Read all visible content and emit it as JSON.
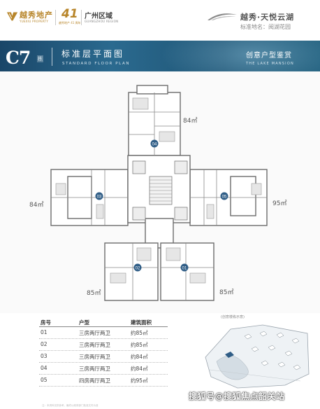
{
  "header": {
    "developer_cn": "越秀地产",
    "developer_en": "YUEXIU PROPERTY",
    "anniversary_number": "41",
    "anniversary_sub": "越秀地产 41 周年",
    "region_cn": "广州区域",
    "region_en": "GUANGZHOU REGION",
    "project_brand": "越秀·天悦云湖",
    "project_cert_name": "标准地名：阅湖花园",
    "brand_color": "#b8862b"
  },
  "banner": {
    "building_code": "C7",
    "building_unit": "栋",
    "plan_title": "标准层平面图",
    "plan_title_en": "STANDARD FLOOR PLAN",
    "feature_title": "创意户型鉴赏",
    "feature_title_en": "THE LAKE MANSION",
    "background_color": "#1f5878"
  },
  "plan": {
    "area_labels": {
      "top": "84㎡",
      "left": "84㎡",
      "right": "95㎡",
      "bottom_left": "85㎡",
      "bottom_right": "85㎡"
    },
    "unit_markers": [
      "01",
      "02",
      "03",
      "04",
      "05"
    ]
  },
  "unit_table": {
    "headers": {
      "room_no": "房号",
      "layout": "户型",
      "area": "建筑面积"
    },
    "rows": [
      {
        "room_no": "01",
        "layout": "三房两厅两卫",
        "area": "约85㎡"
      },
      {
        "room_no": "02",
        "layout": "三房两厅两卫",
        "area": "约85㎡"
      },
      {
        "room_no": "03",
        "layout": "三房两厅两卫",
        "area": "约84㎡"
      },
      {
        "room_no": "04",
        "layout": "三房两厅两卫",
        "area": "约84㎡"
      },
      {
        "room_no": "05",
        "layout": "四房两厅两卫",
        "area": "约95㎡"
      }
    ]
  },
  "site_map": {
    "title": "(创意楼栋示意)"
  },
  "watermark": "搜狐号@搜狐焦点韶关站",
  "footer_note": "注：本资料仅供参考，最终以政府部门批准文件为准"
}
